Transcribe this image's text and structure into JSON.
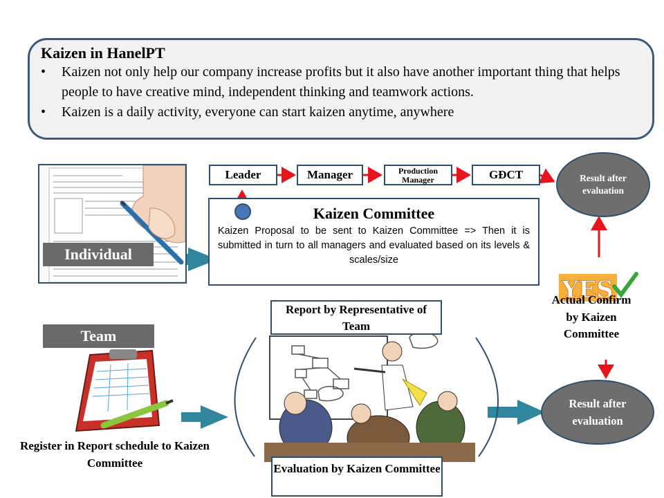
{
  "intro": {
    "title": "Kaizen in HanelPT",
    "bullets": [
      "Kaizen not only help our company increase profits but it also have another important thing that helps people to have creative mind, independent thinking and teamwork actions.",
      "Kaizen is a daily activity, everyone can start kaizen anytime, anywhere"
    ]
  },
  "flow": {
    "steps": [
      "Leader",
      "Manager",
      "Production Manager",
      "GĐCT"
    ],
    "result_top": "Result after evaluation"
  },
  "individual": {
    "label": "Individual"
  },
  "committee": {
    "title": "Kaizen Committee",
    "description": "Kaizen Proposal to be sent to Kaizen Committee => Then it is submitted in turn to all managers and evaluated based on its levels & scales/size"
  },
  "confirm": {
    "stamp": "YES",
    "text": "Actual Confirm by Kaizen Committee"
  },
  "team": {
    "label": "Team",
    "register": "Register in Report schedule to Kaizen Committee",
    "report_by": "Report by Representative of Team",
    "evaluation_by": "Evaluation by Kaizen Committee",
    "result_bottom": "Result after evaluation"
  },
  "colors": {
    "border_dark_blue": "#2f4f6f",
    "arrow_red": "#e8141b",
    "arrow_teal": "#31859c",
    "oval_grey": "#6e6e6e",
    "intro_bg": "#f2f2f2"
  }
}
